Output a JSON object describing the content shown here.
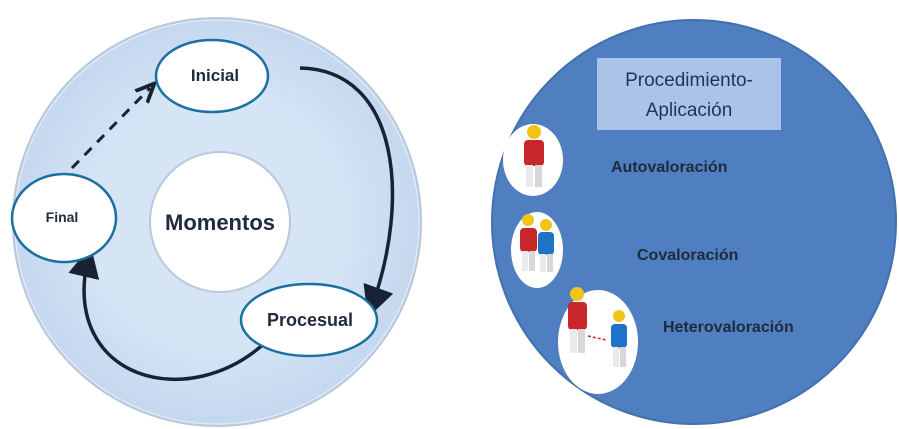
{
  "left_diagram": {
    "center_label": "Momentos",
    "nodes": {
      "inicial": "Inicial",
      "procesual": "Procesual",
      "final": "Final"
    }
  },
  "right_diagram": {
    "header_line1": "Procedimiento-",
    "header_line2": "Aplicación",
    "items": {
      "auto": "Autovaloración",
      "co": "Covaloración",
      "hetero": "Heterovaloración"
    }
  },
  "colors": {
    "left_ring_fill": "#cfe0f3",
    "left_ring_stroke": "#b9c8da",
    "node_border": "#1a6fa3",
    "arrow": "#172233",
    "right_circle_fill": "#4f7fc0",
    "right_circle_stroke": "#4470ad",
    "header_box": "#a9c4e8",
    "person_red": "#c8262b",
    "person_blue": "#1e73c8",
    "person_head": "#f2c418"
  }
}
